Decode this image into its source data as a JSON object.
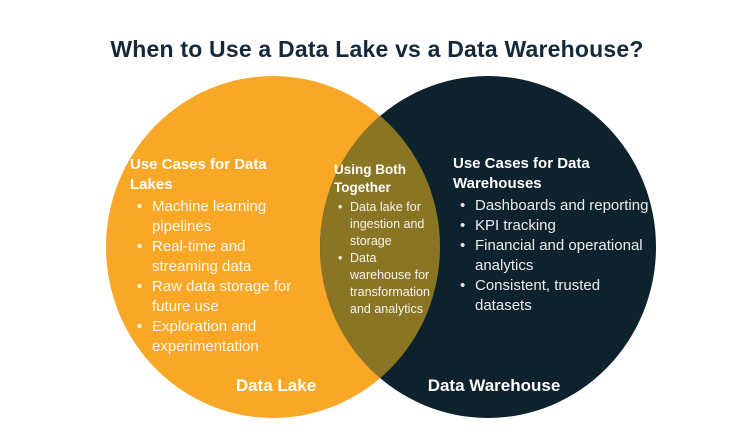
{
  "title": "When to Use a Data Lake vs a Data Warehouse?",
  "colors": {
    "lake": "#F8A826",
    "warehouse": "#0E222E",
    "overlap": "#8A7524",
    "title_text": "#14293A",
    "text_on_circles": "#FFFFFF"
  },
  "venn": {
    "lake": {
      "heading": "Use Cases for Data Lakes",
      "items": [
        "Machine learning pipelines",
        "Real-time and streaming data",
        "Raw data storage for future use",
        "Exploration and experimentation"
      ],
      "label": "Data Lake"
    },
    "both": {
      "heading": "Using Both Together",
      "items": [
        "Data lake for ingestion and storage",
        "Data warehouse for transformation and analytics"
      ]
    },
    "warehouse": {
      "heading": "Use Cases for Data Warehouses",
      "items": [
        "Dashboards and reporting",
        "KPI tracking",
        "Financial and operational analytics",
        "Consistent, trusted datasets"
      ],
      "label": "Data Warehouse"
    }
  }
}
